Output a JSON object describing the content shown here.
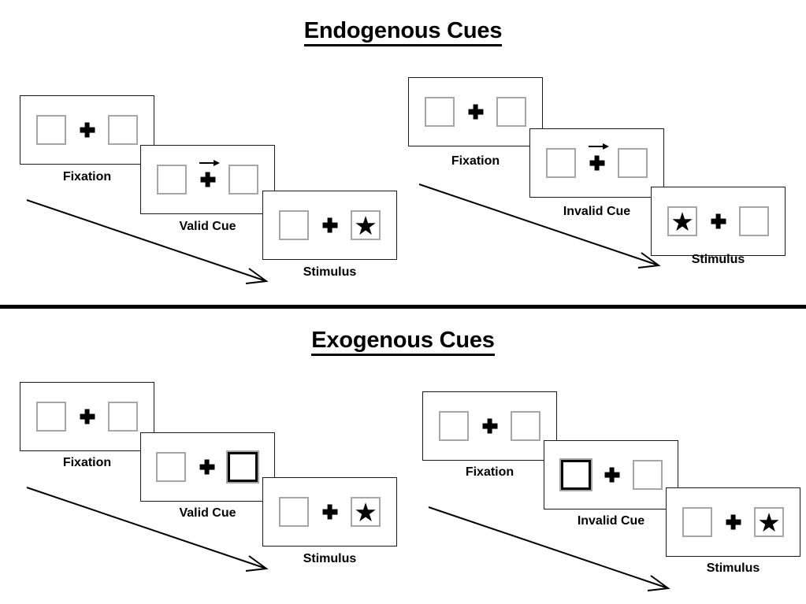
{
  "figure": {
    "title_top": "Endogenous Cues",
    "title_bottom": "Exogenous Cues",
    "colors": {
      "ink": "#000000",
      "frame_border": "#1a1a1a",
      "box_border": "#a6a6a6",
      "background": "#ffffff"
    }
  },
  "sections": [
    {
      "id": "endogenous",
      "title": "Endogenous Cues",
      "sequences": [
        {
          "id": "endogenous-valid",
          "frames": [
            {
              "caption": "Fixation",
              "left_box": "empty",
              "right_box": "empty",
              "center": "fixation-cross",
              "cue": "none"
            },
            {
              "caption": "Valid Cue",
              "left_box": "empty",
              "right_box": "empty",
              "center": "fixation-cross",
              "cue": "arrow-right"
            },
            {
              "caption": "Stimulus",
              "left_box": "empty",
              "right_box": "star",
              "center": "fixation-cross",
              "cue": "none"
            }
          ],
          "time_arrow": "diagonal-down-right"
        },
        {
          "id": "endogenous-invalid",
          "frames": [
            {
              "caption": "Fixation",
              "left_box": "empty",
              "right_box": "empty",
              "center": "fixation-cross",
              "cue": "none"
            },
            {
              "caption": "Invalid Cue",
              "left_box": "empty",
              "right_box": "empty",
              "center": "fixation-cross",
              "cue": "arrow-right"
            },
            {
              "caption": "Stimulus",
              "left_box": "star",
              "right_box": "empty",
              "center": "fixation-cross",
              "cue": "none"
            }
          ],
          "time_arrow": "diagonal-down-right"
        }
      ]
    },
    {
      "id": "exogenous",
      "title": "Exogenous Cues",
      "sequences": [
        {
          "id": "exogenous-valid",
          "frames": [
            {
              "caption": "Fixation",
              "left_box": "empty",
              "right_box": "empty",
              "center": "fixation-cross",
              "cue": "none"
            },
            {
              "caption": "Valid Cue",
              "left_box": "empty",
              "right_box": "highlighted",
              "center": "fixation-cross",
              "cue": "box-flash-right"
            },
            {
              "caption": "Stimulus",
              "left_box": "empty",
              "right_box": "star",
              "center": "fixation-cross",
              "cue": "none"
            }
          ],
          "time_arrow": "diagonal-down-right"
        },
        {
          "id": "exogenous-invalid",
          "frames": [
            {
              "caption": "Fixation",
              "left_box": "empty",
              "right_box": "empty",
              "center": "fixation-cross",
              "cue": "none"
            },
            {
              "caption": "Invalid Cue",
              "left_box": "highlighted",
              "right_box": "empty",
              "center": "fixation-cross",
              "cue": "box-flash-left"
            },
            {
              "caption": "Stimulus",
              "left_box": "empty",
              "right_box": "star",
              "center": "fixation-cross",
              "cue": "none"
            }
          ],
          "time_arrow": "diagonal-down-right"
        }
      ]
    }
  ],
  "glyphs": {
    "star": "★",
    "fixation_cross": "plus-icon",
    "cue_arrow": "arrow-right-icon"
  },
  "captions": {
    "fixation": "Fixation",
    "valid_cue": "Valid Cue",
    "invalid_cue": "Invalid Cue",
    "stimulus": "Stimulus"
  }
}
